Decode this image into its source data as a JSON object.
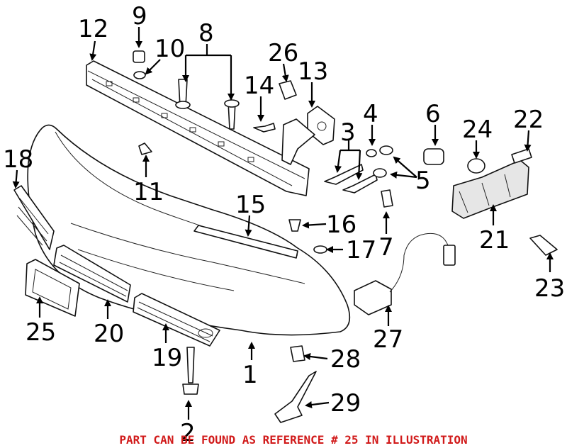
{
  "diagram": {
    "footnote": "PART CAN BE FOUND AS REFERENCE # 25 IN ILLUSTRATION",
    "footnote_color": "#d11a1a",
    "callouts": [
      "1",
      "2",
      "3",
      "4",
      "5",
      "6",
      "7",
      "8",
      "9",
      "10",
      "11",
      "12",
      "13",
      "14",
      "15",
      "16",
      "17",
      "18",
      "19",
      "20",
      "21",
      "22",
      "23",
      "24",
      "25",
      "26",
      "27",
      "28",
      "29"
    ]
  }
}
